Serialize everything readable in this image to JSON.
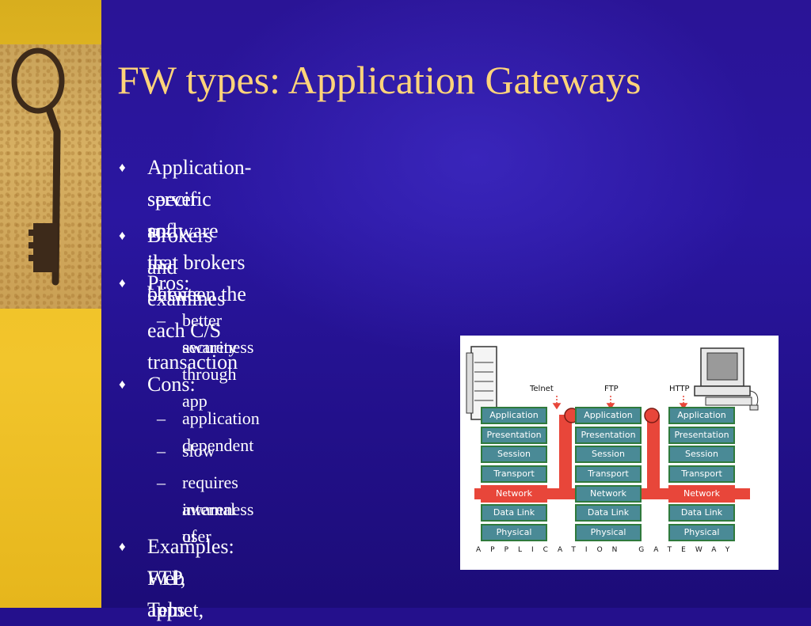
{
  "slide": {
    "title": "FW types: Application Gateways",
    "bullets": [
      {
        "marker": "♦",
        "lines": [
          "Application-specific software that brokers between the",
          "server and its clients"
        ]
      },
      {
        "marker": "♦",
        "lines": [
          "Brokers and examines each C/S transaction"
        ]
      },
      {
        "marker": "♦",
        "lines": [
          "Pros:"
        ]
      },
      {
        "marker": "–",
        "lines": [
          "better security through app",
          "awareness"
        ]
      },
      {
        "marker": "♦",
        "lines": [
          "Cons:"
        ]
      },
      {
        "marker": "–",
        "lines": [
          "application dependent"
        ]
      },
      {
        "marker": "–",
        "lines": [
          "slow"
        ]
      },
      {
        "marker": "–",
        "lines": [
          "requires awareness of",
          "internal user"
        ]
      },
      {
        "marker": "♦",
        "lines": [
          "Examples: FTP, Telnet,",
          "Web apps"
        ]
      }
    ]
  },
  "diagram": {
    "protocols": [
      "Telnet",
      "FTP",
      "HTTP"
    ],
    "layers": [
      "Application",
      "Presentation",
      "Session",
      "Transport",
      "Network",
      "Data Link",
      "Physical"
    ],
    "caption": "APPLICATION GATEWAY",
    "colors": {
      "layer_fill": "#4a8a96",
      "layer_border": "#2f7a3c",
      "network_path": "#e8463a"
    }
  }
}
